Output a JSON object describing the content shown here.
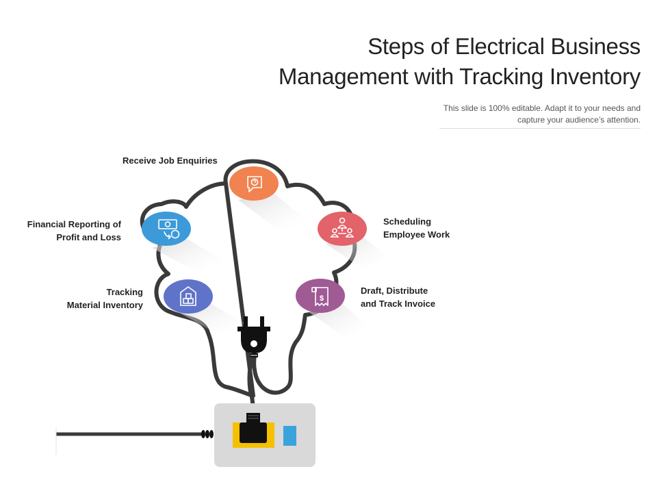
{
  "header": {
    "title_line1": "Steps of Electrical Business",
    "title_line2": "Management with Tracking Inventory",
    "subtitle_line1": "This slide is 100% editable. Adapt it to your needs and",
    "subtitle_line2": "capture your audience’s attention."
  },
  "steps": [
    {
      "id": "receive",
      "line1": "Receive Job Enquiries",
      "line2": "",
      "color": "#f0834f",
      "icon": "question-chat-icon"
    },
    {
      "id": "financial",
      "line1": "Financial Reporting of",
      "line2": "Profit and Loss",
      "color": "#3c9ad9",
      "icon": "money-exchange-icon"
    },
    {
      "id": "scheduling",
      "line1": "Scheduling",
      "line2": "Employee Work",
      "color": "#e2636a",
      "icon": "team-network-icon"
    },
    {
      "id": "tracking",
      "line1": "Tracking",
      "line2": "Material Inventory",
      "color": "#5f74c9",
      "icon": "warehouse-boxes-icon"
    },
    {
      "id": "invoice",
      "line1": "Draft, Distribute",
      "line2": "and Track Invoice",
      "color": "#a05a94",
      "icon": "invoice-receipt-icon"
    }
  ],
  "colors": {
    "cable": "#3a3a3a",
    "socket_plate": "#d9d9d9",
    "socket_yellow": "#f5c000",
    "socket_blue": "#3aa3dc"
  }
}
